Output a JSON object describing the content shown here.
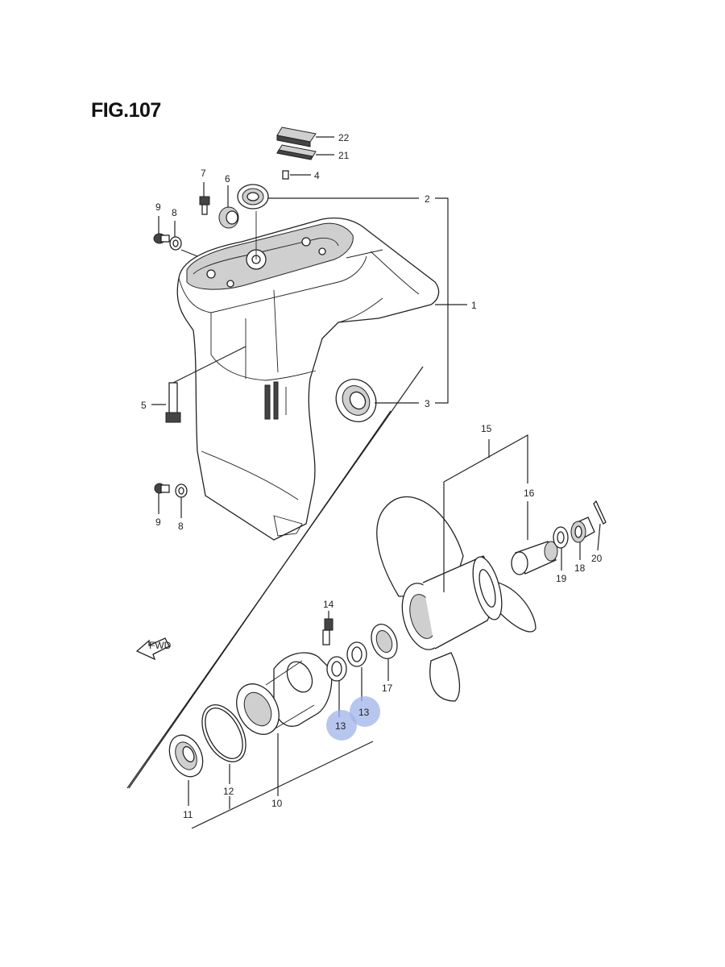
{
  "figure": {
    "title": "FIG.107",
    "fwd_label": "FWD"
  },
  "callouts": {
    "c1": "1",
    "c2": "2",
    "c3": "3",
    "c4": "4",
    "c5": "5",
    "c6": "6",
    "c7": "7",
    "c8a": "8",
    "c8b": "8",
    "c9a": "9",
    "c9b": "9",
    "c10": "10",
    "c11": "11",
    "c12": "12",
    "c13a": "13",
    "c13b": "13",
    "c14": "14",
    "c15": "15",
    "c16": "16",
    "c17": "17",
    "c18": "18",
    "c19": "19",
    "c20": "20",
    "c21": "21",
    "c22": "22"
  },
  "colors": {
    "highlight": "#9fb3ea",
    "ink": "#222222"
  }
}
